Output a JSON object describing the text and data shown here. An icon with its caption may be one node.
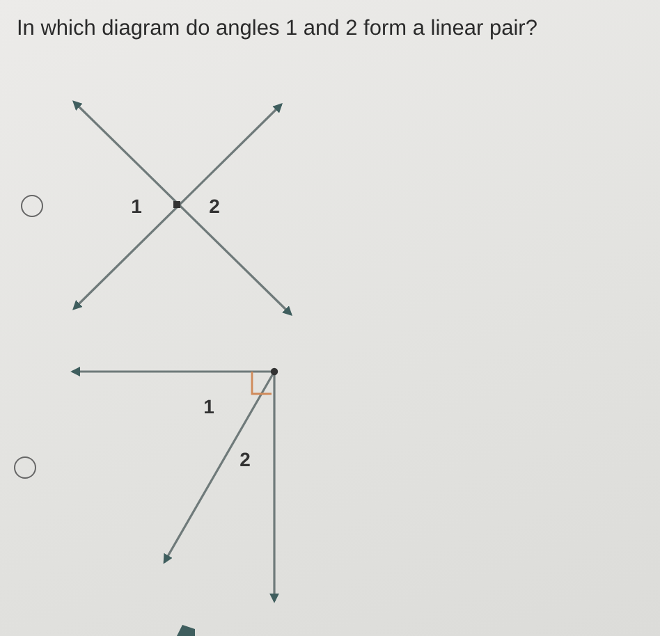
{
  "diagram": {
    "title": "In which diagram do angles 1 and 2 form a linear pair?",
    "labels": [
      "1",
      "2",
      "1",
      "2"
    ]
  }
}
